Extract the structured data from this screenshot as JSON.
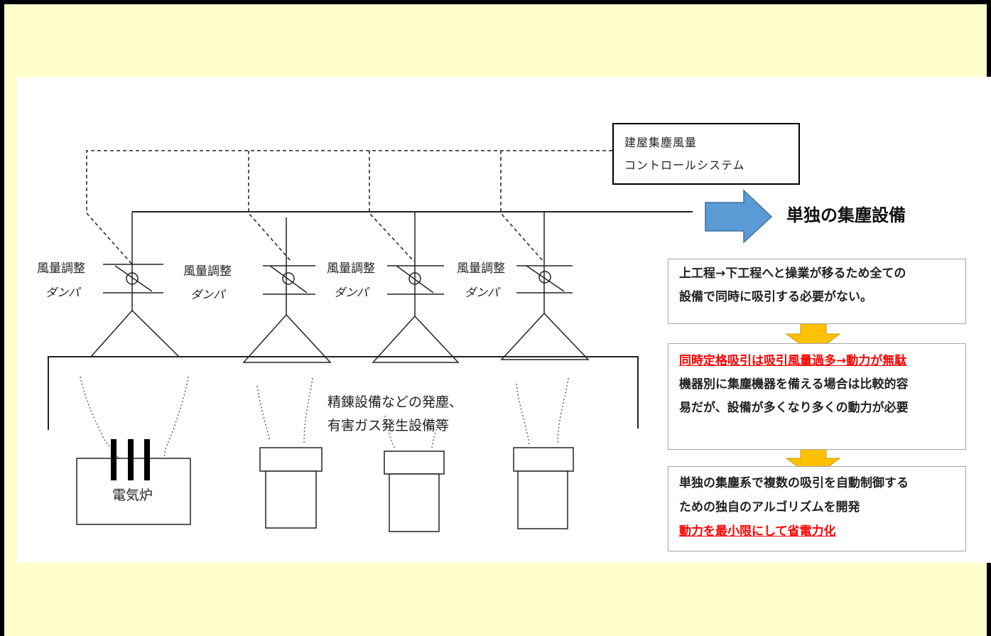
{
  "control_system": {
    "line1": "建屋集塵風量",
    "line2": "コントロールシステム"
  },
  "single_collector": "単独の集塵設備",
  "dampers": [
    {
      "line1": "風量調整",
      "line2": "ダンパ"
    },
    {
      "line1": "風量調整",
      "line2": "ダンパ"
    },
    {
      "line1": "風量調整",
      "line2": "ダンパ"
    },
    {
      "line1": "風量調整",
      "line2": "ダンパ"
    }
  ],
  "furnace_label": "電気炉",
  "equipment_label": {
    "line1": "精錬設備などの発塵、",
    "line2": "有害ガス発生設備等"
  },
  "box1": {
    "line1": "上工程→下工程へと操業が移るため全ての",
    "line2": "設備で同時に吸引する必要がない。"
  },
  "box2": {
    "line1": "同時定格吸引は吸引風量過多→動力が無駄",
    "line2": "機器別に集塵機器を備える場合は比較的容",
    "line3": "易だが、設備が多くなり多くの動力が必要"
  },
  "box3": {
    "line1": "単独の集塵系で複数の吸引を自動制御する",
    "line2": "ための独自のアルゴリズムを開発",
    "line3": "動力を最小限にして省電力化"
  },
  "colors": {
    "page_bg": "#ffffcc",
    "arrow_blue": "#5b9bd5",
    "arrow_gold": "#ffc000",
    "emphasis_red": "#ff0000"
  }
}
